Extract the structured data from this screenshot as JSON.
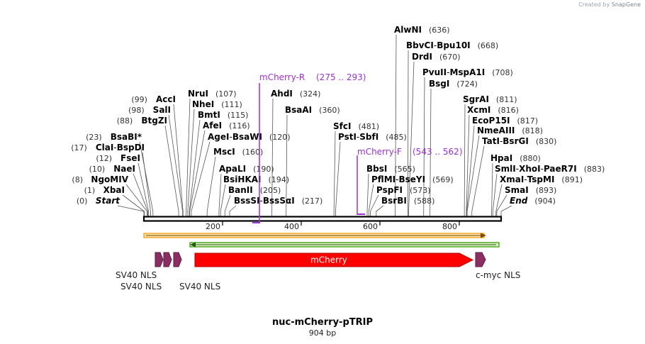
{
  "credit": {
    "prefix": "Created by",
    "brand": "SnapGene"
  },
  "plasmid": {
    "name": "nuc-mCherry-pTRIP",
    "length_label": "904 bp",
    "length": 904
  },
  "colors": {
    "ruler": "#000000",
    "primer": "#9b30d8",
    "orange_feature": "#f5a623",
    "orange_feature_fill": "#fbe3a8",
    "green_feature": "#4aa318",
    "green_feature_fill": "#dff1c8",
    "mcherry_fill": "#ff0000",
    "mcherry_stroke": "#b00000",
    "nls_fill": "#8b2e63",
    "site_line": "#555555"
  },
  "ruler": {
    "ticks": [
      "200",
      "400",
      "600",
      "800"
    ]
  },
  "sites": [
    {
      "name": "AlwNI",
      "pos": "(636)",
      "bp": 636
    },
    {
      "name": "BbvCI",
      "name2": "Bpu10I",
      "pos": "(668)",
      "bp": 668
    },
    {
      "name": "DrdI",
      "pos": "(670)",
      "bp": 670
    },
    {
      "name": "PvuII",
      "name2": "MspA1I",
      "pos": "(708)",
      "bp": 708
    },
    {
      "name": "BsgI",
      "pos": "(724)",
      "bp": 724
    },
    {
      "name": "SgrAI",
      "pos": "(811)",
      "bp": 811
    },
    {
      "name": "XcmI",
      "pos": "(816)",
      "bp": 816
    },
    {
      "name": "EcoP15I",
      "pos": "(817)",
      "bp": 817
    },
    {
      "name": "NmeAIII",
      "pos": "(818)",
      "bp": 818
    },
    {
      "name": "TatI",
      "name2": "BsrGI",
      "pos": "(830)",
      "bp": 830
    },
    {
      "name": "HpaI",
      "pos": "(880)",
      "bp": 880
    },
    {
      "name": "SmlI",
      "name2": "XhoI",
      "name3": "PaeR7I",
      "pos": "(883)",
      "bp": 883
    },
    {
      "name": "XmaI",
      "name2": "TspMI",
      "pos": "(891)",
      "bp": 891
    },
    {
      "name": "SmaI",
      "pos": "(893)",
      "bp": 893
    },
    {
      "name": "End",
      "pos": "(904)",
      "bp": 904,
      "italic": true
    },
    {
      "name": "AccI",
      "pos": "(99)",
      "bp": 99
    },
    {
      "name": "SalI",
      "pos": "(98)",
      "bp": 98
    },
    {
      "name": "BtgZI",
      "pos": "(88)",
      "bp": 88
    },
    {
      "name": "BsaBI",
      "suffix": "*",
      "pos": "(23)",
      "bp": 23
    },
    {
      "name": "ClaI",
      "name2": "BspDI",
      "pos": "(17)",
      "bp": 17
    },
    {
      "name": "FseI",
      "pos": "(12)",
      "bp": 12
    },
    {
      "name": "NaeI",
      "pos": "(10)",
      "bp": 10
    },
    {
      "name": "NgoMIV",
      "pos": "(8)",
      "bp": 8
    },
    {
      "name": "XbaI",
      "pos": "(1)",
      "bp": 1
    },
    {
      "name": "Start",
      "pos": "(0)",
      "bp": 0,
      "italic": true
    },
    {
      "name": "NruI",
      "pos": "(107)",
      "bp": 107
    },
    {
      "name": "NheI",
      "pos": "(111)",
      "bp": 111
    },
    {
      "name": "BmtI",
      "pos": "(115)",
      "bp": 115
    },
    {
      "name": "AfeI",
      "pos": "(116)",
      "bp": 116
    },
    {
      "name": "AgeI",
      "name2": "BsaWI",
      "pos": "(120)",
      "bp": 120
    },
    {
      "name": "MscI",
      "pos": "(160)",
      "bp": 160
    },
    {
      "name": "ApaLI",
      "pos": "(190)",
      "bp": 190
    },
    {
      "name": "BsiHKAI",
      "pos": "(194)",
      "bp": 194
    },
    {
      "name": "BanII",
      "pos": "(205)",
      "bp": 205
    },
    {
      "name": "BssSI",
      "name2": "BssSαI",
      "pos": "(217)",
      "bp": 217
    },
    {
      "name": "AhdI",
      "pos": "(324)",
      "bp": 324
    },
    {
      "name": "BsaAI",
      "pos": "(360)",
      "bp": 360
    },
    {
      "name": "SfcI",
      "pos": "(481)",
      "bp": 481
    },
    {
      "name": "PstI",
      "name2": "SbfI",
      "pos": "(485)",
      "bp": 485
    },
    {
      "name": "BbsI",
      "pos": "(565)",
      "bp": 565
    },
    {
      "name": "PflMI",
      "name2": "BseYI",
      "pos": "(569)",
      "bp": 569
    },
    {
      "name": "PspFI",
      "pos": "(573)",
      "bp": 573
    },
    {
      "name": "BsrBI",
      "pos": "(588)",
      "bp": 588
    }
  ],
  "primers": [
    {
      "name": "mCherry-R",
      "range": "(275 .. 293)"
    },
    {
      "name": "mCherry-F",
      "range": "(543 .. 562)"
    }
  ],
  "features": [
    {
      "name": "mCherry"
    },
    {
      "name": "SV40 NLS"
    },
    {
      "name": "SV40 NLS"
    },
    {
      "name": "SV40 NLS"
    },
    {
      "name": "c-myc NLS"
    }
  ]
}
